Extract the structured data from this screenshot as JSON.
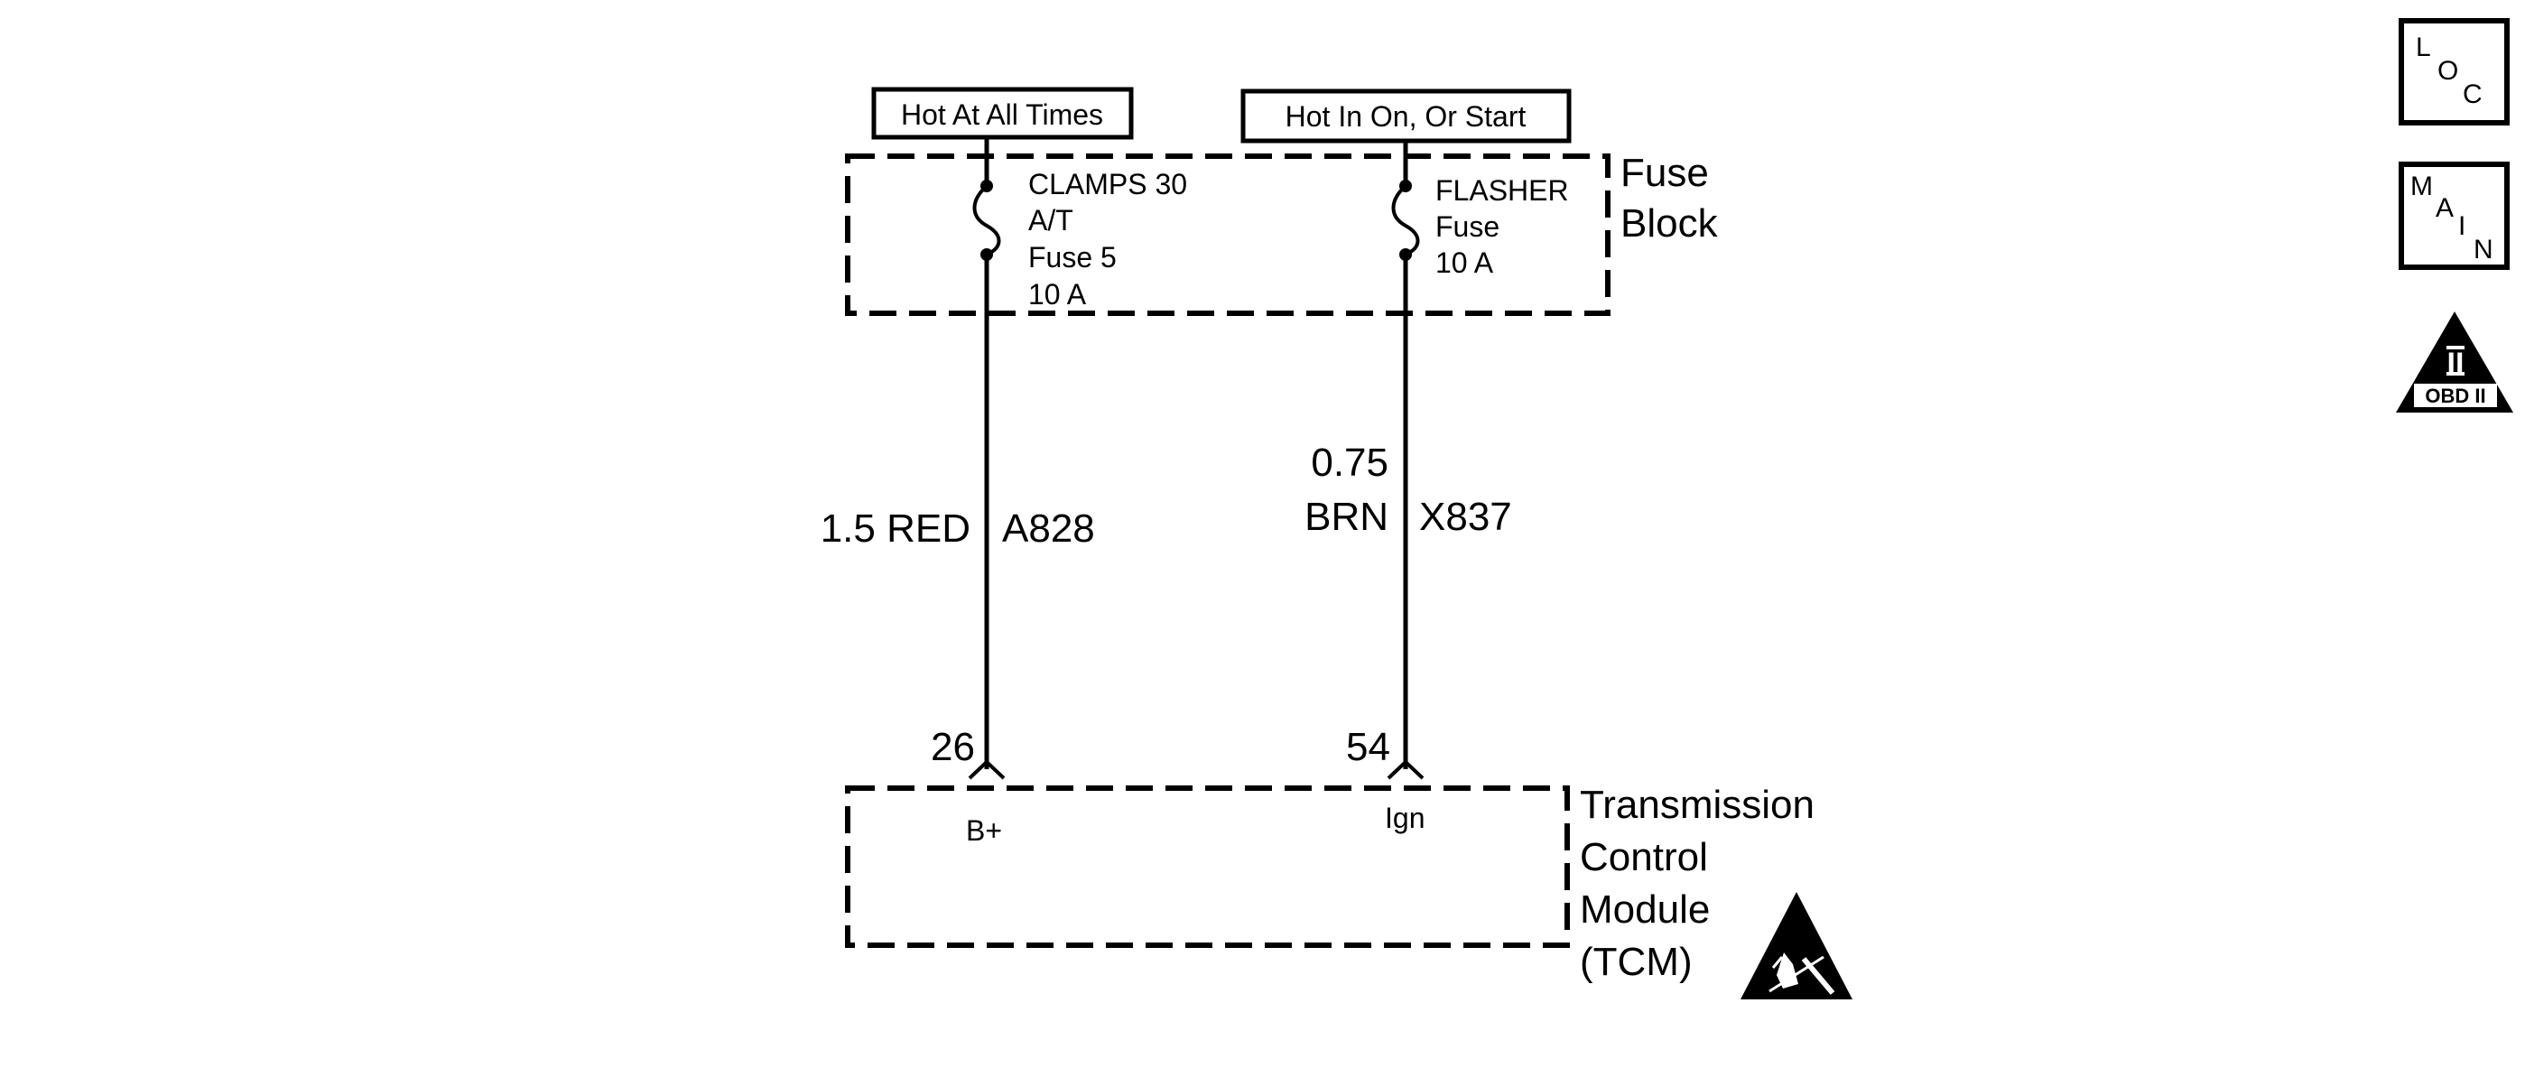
{
  "colors": {
    "background": "#ffffff",
    "ink": "#000000"
  },
  "power_labels": {
    "hot_at_all_times": "Hot At All Times",
    "hot_in_on_or_start": "Hot In On, Or Start"
  },
  "fuse_block": {
    "label_line1": "Fuse",
    "label_line2": "Block",
    "fuse_left": {
      "line1": "CLAMPS 30",
      "line2": "A/T",
      "line3": "Fuse 5",
      "line4": "10 A"
    },
    "fuse_right": {
      "line1": "FLASHER",
      "line2": "Fuse",
      "line3": "10 A"
    }
  },
  "wires": {
    "left": {
      "size_color": "1.5 RED",
      "circuit": "A828",
      "terminal": "26",
      "pin_label": "B+"
    },
    "right": {
      "size": "0.75",
      "color": "BRN",
      "circuit": "X837",
      "terminal": "54",
      "pin_label": "Ign"
    }
  },
  "module": {
    "line1": "Transmission",
    "line2": "Control",
    "line3": "Module",
    "line4": "(TCM)",
    "icon": "esd-warning-icon"
  },
  "side_buttons": {
    "loc": {
      "c1": "L",
      "c2": "O",
      "c3": "C"
    },
    "main": {
      "c1": "M",
      "c2": "A",
      "c3": "I",
      "c4": "N"
    },
    "obd": {
      "numeral": "II",
      "label": "OBD II",
      "icon": "obd-ii-icon"
    }
  }
}
